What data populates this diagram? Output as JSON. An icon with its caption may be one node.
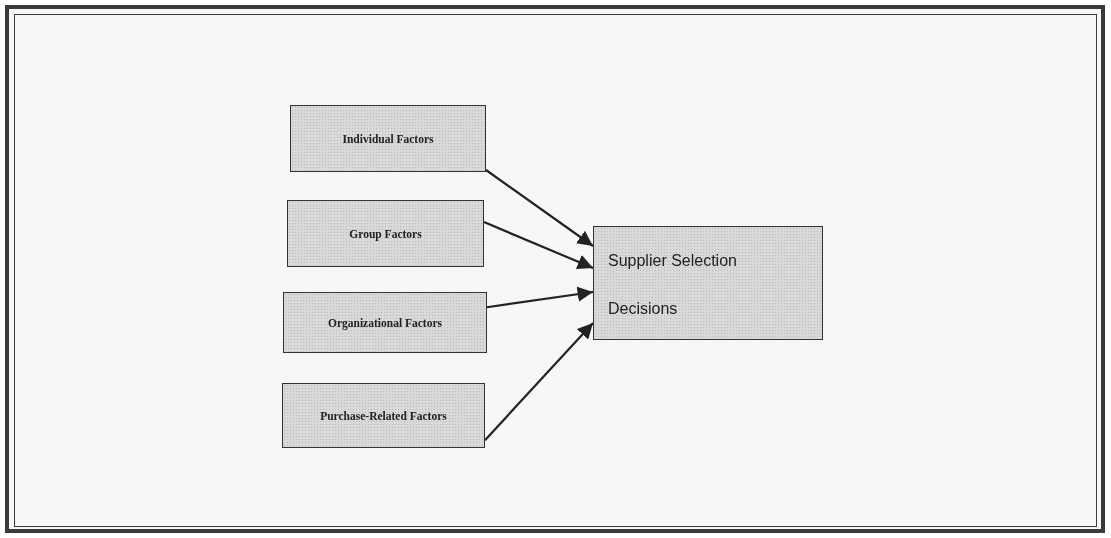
{
  "diagram": {
    "nodes": [
      {
        "text": [
          "Individual Factors"
        ]
      },
      {
        "text": [
          "Group Factors"
        ]
      },
      {
        "text": [
          "Organizational Factors"
        ]
      },
      {
        "text": [
          "Purchase-Related Factors"
        ]
      },
      {
        "text": [
          "Supplier Selection Decisions"
        ]
      }
    ],
    "edges": [
      {
        "from": 0,
        "to": 4,
        "arrow": "to"
      },
      {
        "from": 1,
        "to": 4,
        "arrow": "to"
      },
      {
        "from": 2,
        "to": 4,
        "arrow": "to"
      },
      {
        "from": 3,
        "to": 4,
        "arrow": "to"
      }
    ]
  }
}
